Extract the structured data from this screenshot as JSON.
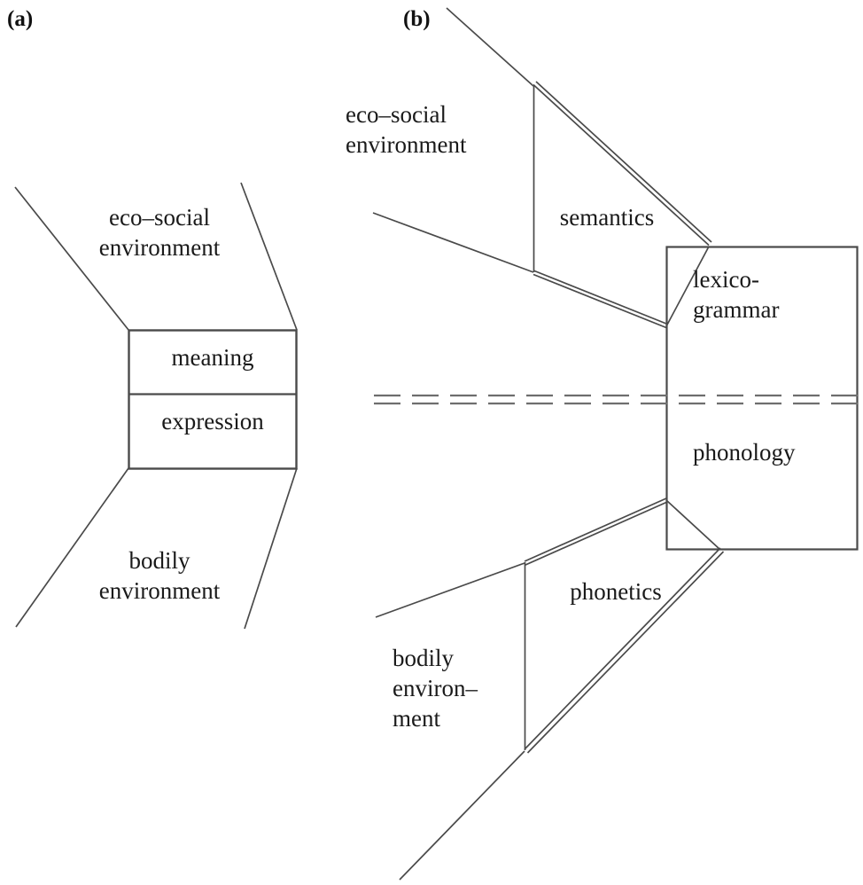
{
  "figure": {
    "panels": [
      {
        "id": "a",
        "label": "(a)",
        "labels": {
          "eco_social_environment": "eco–social\nenvironment",
          "meaning": "meaning",
          "expression": "expression",
          "bodily_environment": "bodily\nenvironment"
        }
      },
      {
        "id": "b",
        "label": "(b)",
        "labels": {
          "eco_social_environment": "eco–social\nenvironment",
          "semantics": "semantics",
          "lexicogrammar": "lexico-\ngrammar",
          "phonology": "phonology",
          "phonetics": "phonetics",
          "bodily_environment": "bodily\nenviron–\nment"
        }
      }
    ]
  },
  "style": {
    "line_color": "#4a4a4a",
    "text_color": "#1a1a1a",
    "background": "#ffffff"
  }
}
